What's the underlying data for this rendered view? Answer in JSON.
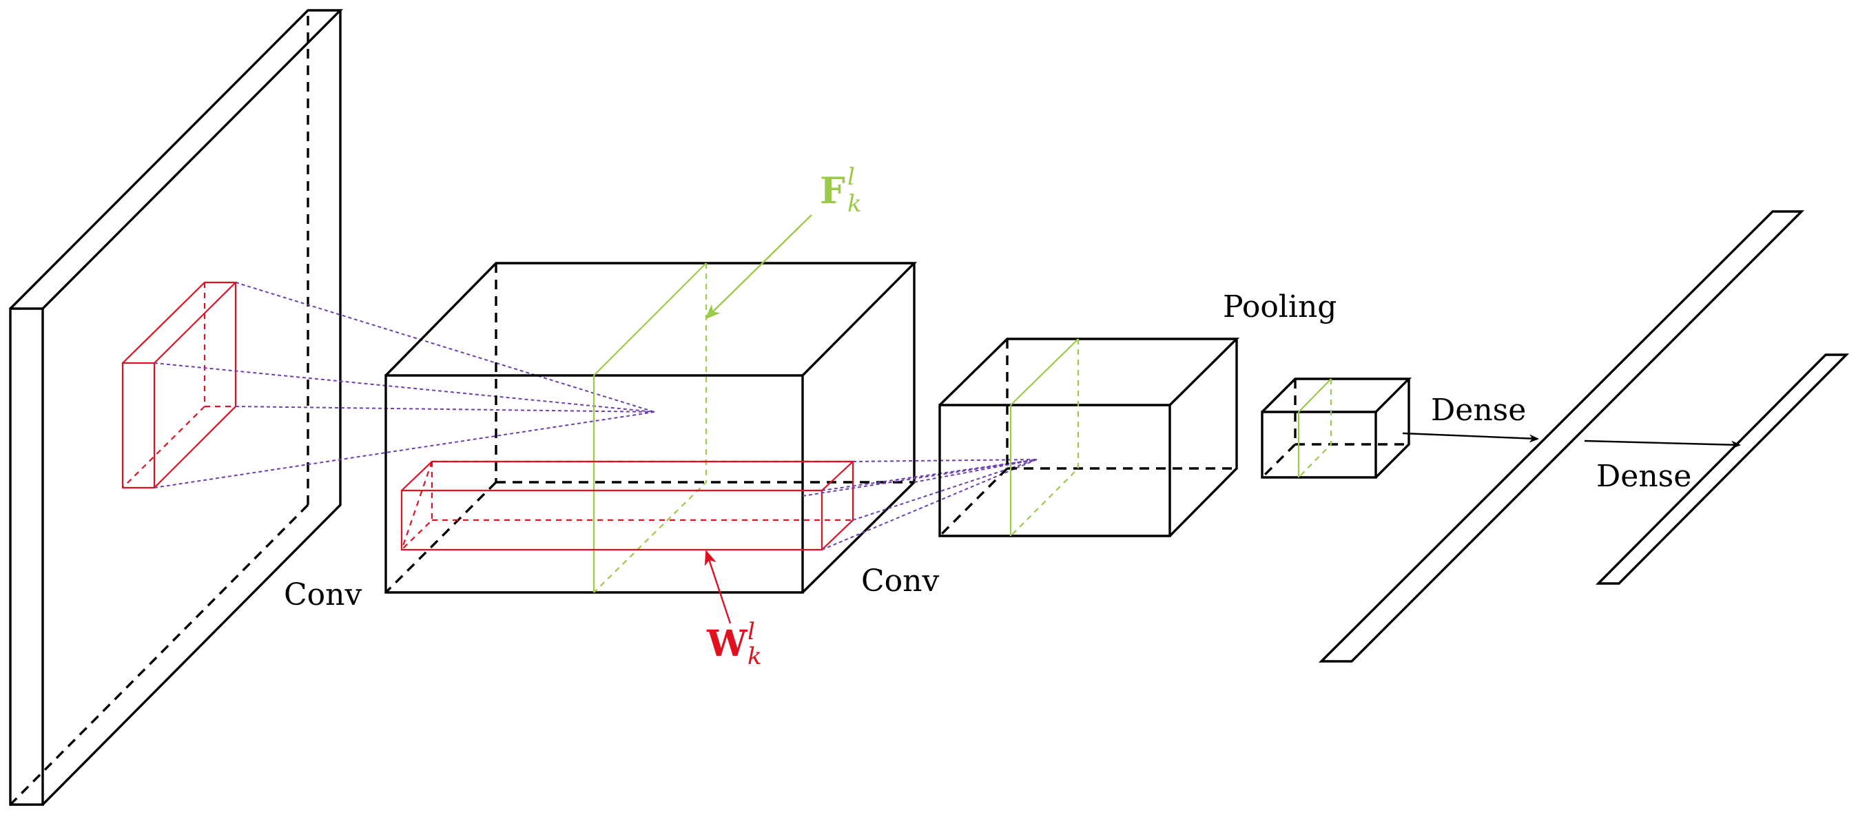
{
  "labels": {
    "conv1": "Conv",
    "conv2": "Conv",
    "pooling": "Pooling",
    "dense1": "Dense",
    "dense2": "Dense"
  },
  "annotations": {
    "feature_map": {
      "main": "F",
      "sup": "l",
      "sub": "k",
      "color": "#9bc94a"
    },
    "weights": {
      "main": "W",
      "sup": "l",
      "sub": "k",
      "color": "#e0101f"
    }
  },
  "colors": {
    "outline": "#000000",
    "kernel": "#e0101f",
    "feature_map": "#9bc94a",
    "receptive_field": "#6a3fb0"
  }
}
